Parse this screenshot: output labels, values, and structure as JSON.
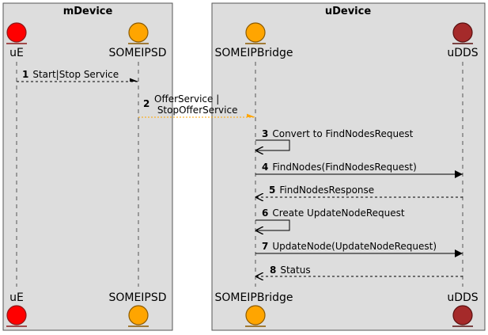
{
  "colors": {
    "box_fill": "#dddddd",
    "box_border": "#555555",
    "lifeline": "#555555",
    "red": "#ff0000",
    "orange": "#ffa500",
    "dark_red": "#a52a2a",
    "orange_msg": "#ffa500",
    "arrow": "#000000"
  },
  "boxes": [
    {
      "title": "mDevice"
    },
    {
      "title": "uDevice"
    }
  ],
  "participants": [
    {
      "name": "uE",
      "icon": "red-entity-circle"
    },
    {
      "name": "SOMEIPSD",
      "icon": "orange-entity-circle"
    },
    {
      "name": "SOMEIPBridge",
      "icon": "orange-entity-circle"
    },
    {
      "name": "uDDS",
      "icon": "dark-red-entity-circle"
    }
  ],
  "messages": [
    {
      "num": "1",
      "line1": "Start|Stop Service",
      "line2": ""
    },
    {
      "num": "2",
      "line1": "OfferService |",
      "line2": " StopOfferService"
    },
    {
      "num": "3",
      "line1": "Convert to FindNodesRequest",
      "line2": ""
    },
    {
      "num": "4",
      "line1": "FindNodes(FindNodesRequest)",
      "line2": ""
    },
    {
      "num": "5",
      "line1": "FindNodesResponse",
      "line2": ""
    },
    {
      "num": "6",
      "line1": "Create UpdateNodeRequest",
      "line2": ""
    },
    {
      "num": "7",
      "line1": "UpdateNode(UpdateNodeRequest)",
      "line2": ""
    },
    {
      "num": "8",
      "line1": "Status",
      "line2": ""
    }
  ]
}
